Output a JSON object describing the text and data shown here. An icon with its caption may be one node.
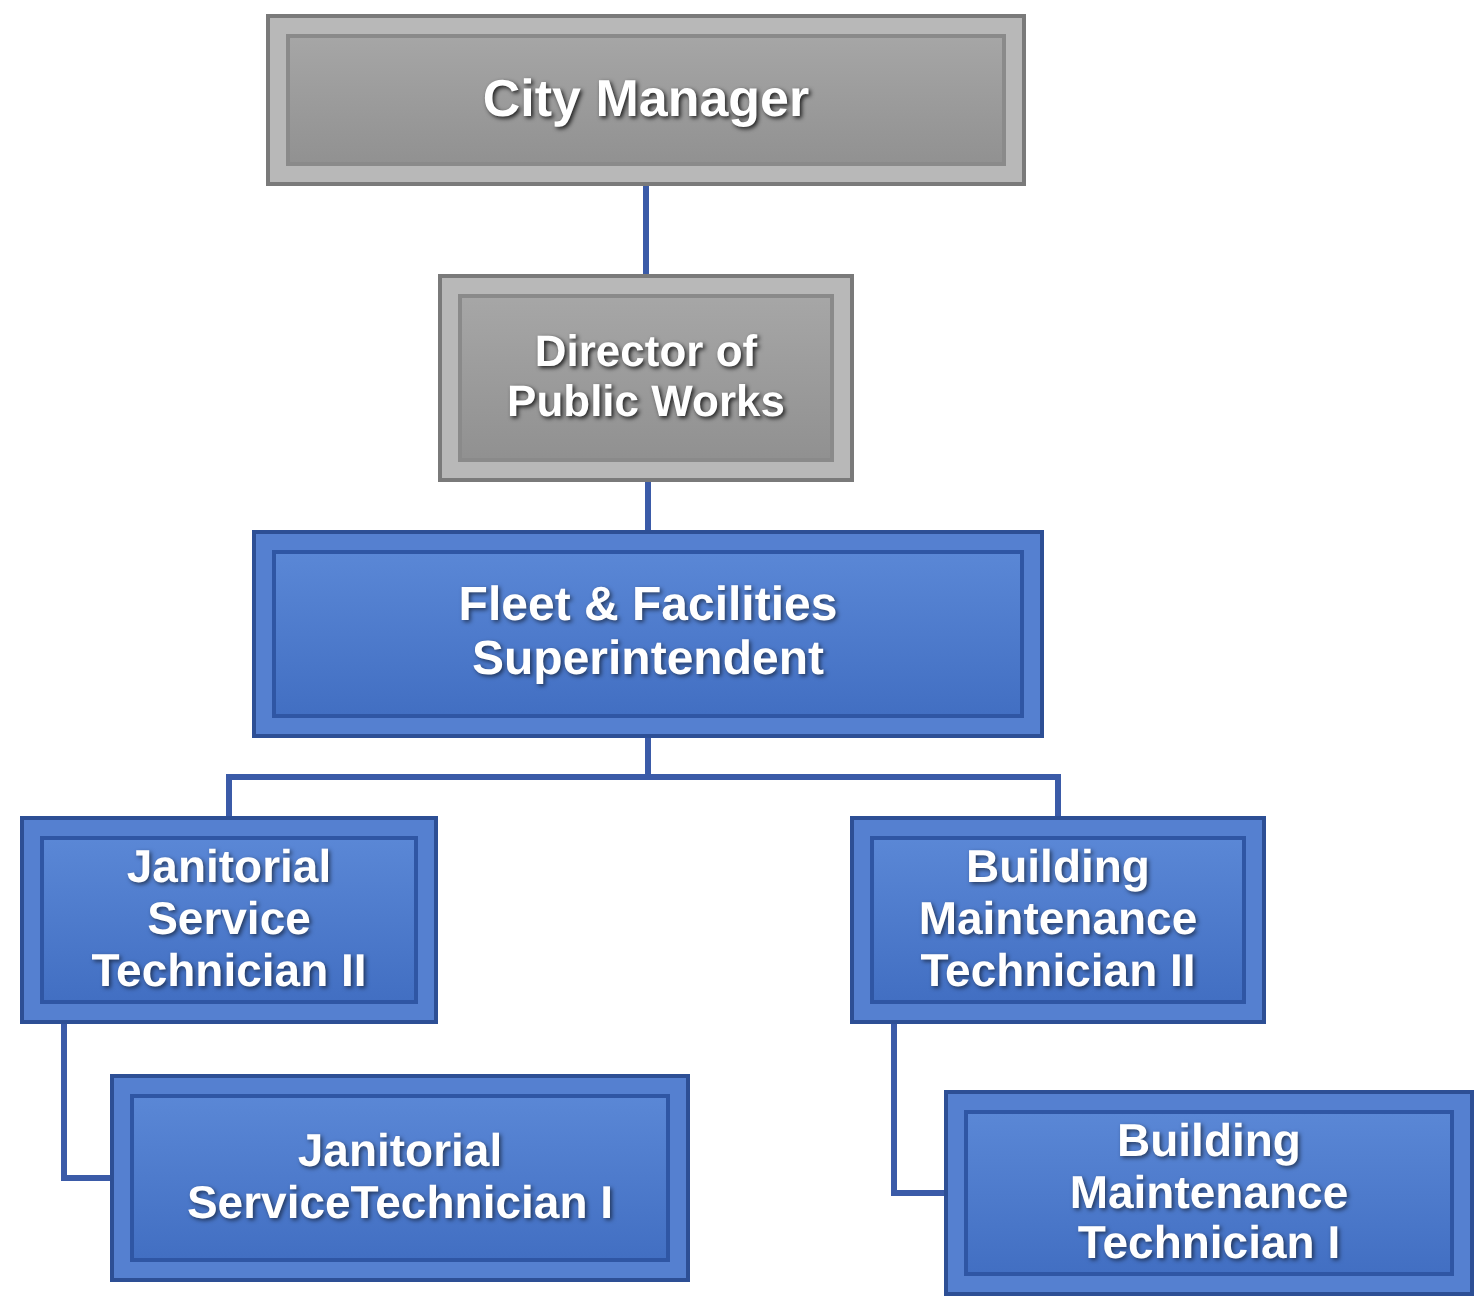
{
  "diagram": {
    "nodes": [
      {
        "text": [
          "City Manager"
        ]
      },
      {
        "text": [
          "Director of Public Works"
        ]
      },
      {
        "text": [
          "Fleet & Facilities Superintendent"
        ]
      },
      {
        "text": [
          "Janitorial Service Technician II"
        ]
      },
      {
        "text": [
          "Building Maintenance Technician II"
        ]
      },
      {
        "text": [
          "Janitorial ServiceTechnician I"
        ]
      },
      {
        "text": [
          "Building Maintenance Technician I"
        ]
      }
    ],
    "edges": [
      {
        "from": 0,
        "to": 1,
        "arrow": "none"
      },
      {
        "from": 1,
        "to": 2,
        "arrow": "none"
      },
      {
        "from": 2,
        "to": 3,
        "arrow": "none"
      },
      {
        "from": 2,
        "to": 4,
        "arrow": "none"
      },
      {
        "from": 3,
        "to": 5,
        "arrow": "none"
      },
      {
        "from": 4,
        "to": 6,
        "arrow": "none"
      }
    ]
  }
}
